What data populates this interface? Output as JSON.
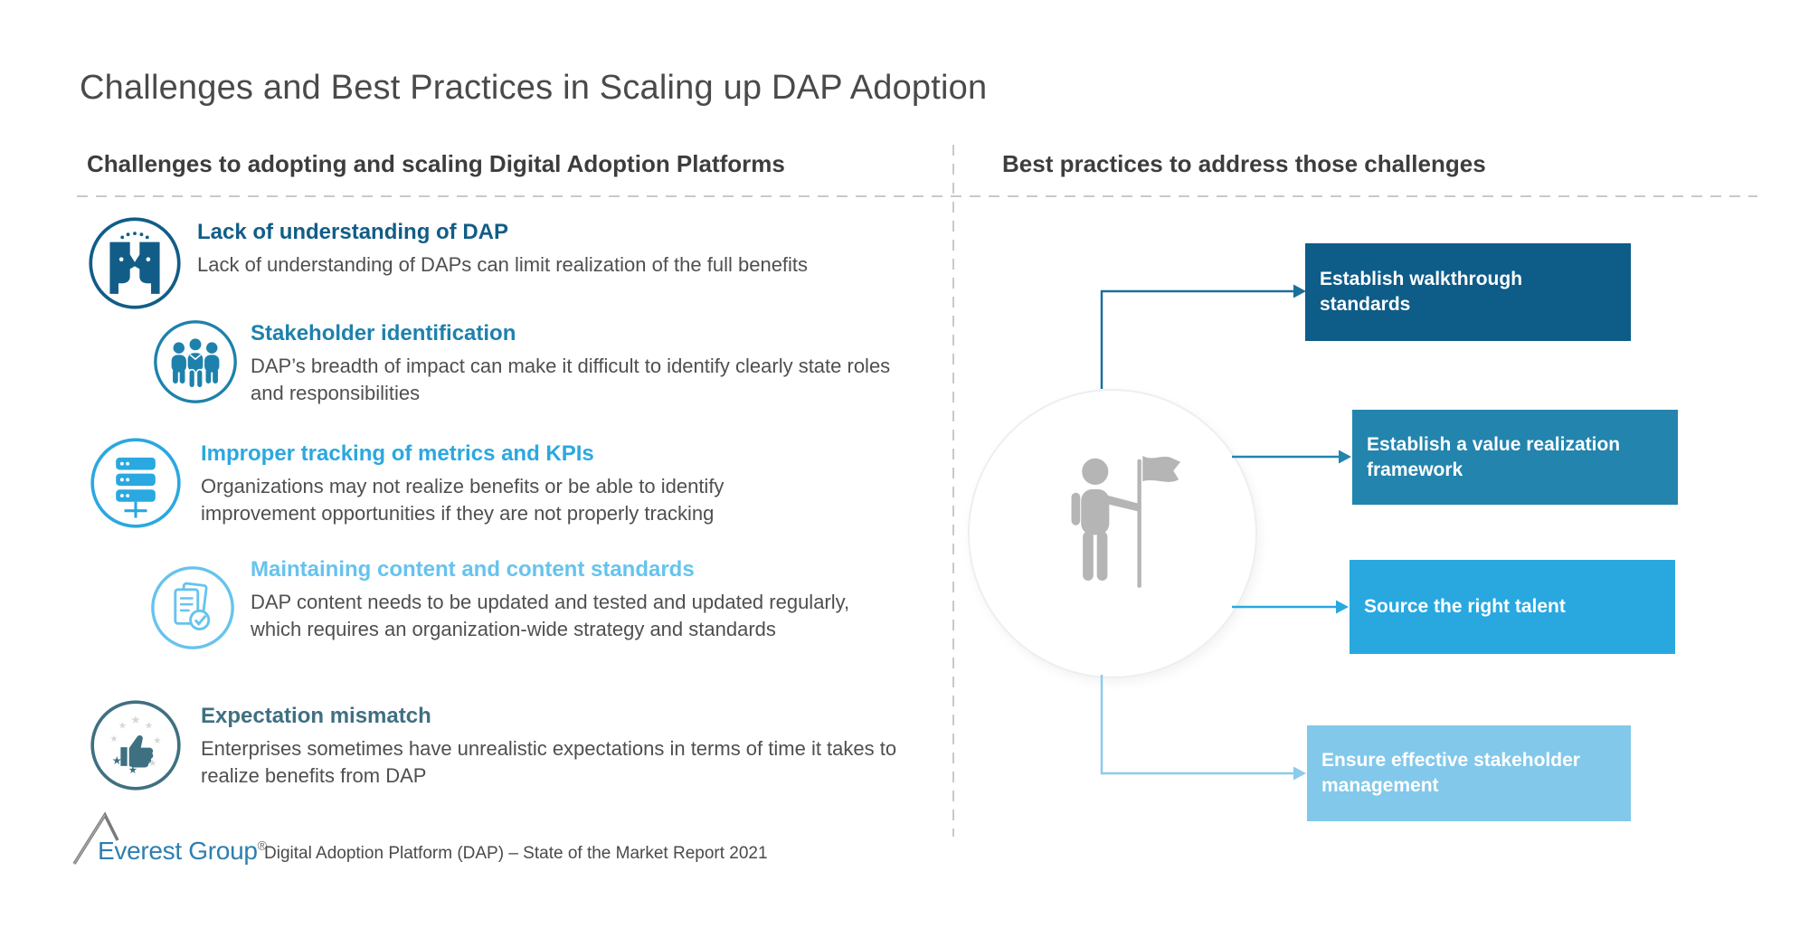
{
  "title": "Challenges and Best Practices in Scaling up DAP Adoption",
  "colors": {
    "challenge_1": "#115d87",
    "challenge_2": "#1e81ac",
    "challenge_3": "#2aa8e0",
    "challenge_4": "#66c3ee",
    "challenge_5": "#3f7082",
    "box_1": "#0e5c88",
    "box_2": "#2384ae",
    "box_3": "#29a8e0",
    "box_4": "#82c8ea",
    "body_text": "#4f4f4f",
    "figure_gray": "#b5b5b5",
    "dashed_line": "#c9c9c9"
  },
  "left": {
    "header": "Challenges to adopting and scaling Digital Adoption Platforms",
    "items": [
      {
        "icon": "conversation-heads-icon",
        "heading": "Lack of understanding of DAP",
        "body": "Lack of understanding of DAPs can limit realization of the full benefits"
      },
      {
        "icon": "stakeholder-group-icon",
        "heading": "Stakeholder identification",
        "body": "DAP’s breadth of impact can make it difficult to identify clearly state roles and responsibilities"
      },
      {
        "icon": "server-stack-icon",
        "heading": "Improper tracking of metrics and KPIs",
        "body": "Organizations may not realize benefits or be able to identify improvement opportunities if they are not properly tracking"
      },
      {
        "icon": "document-check-icon",
        "heading": "Maintaining content and content standards",
        "body": "DAP content needs to be updated and tested and updated regularly, which requires an organization-wide strategy and standards"
      },
      {
        "icon": "thumbs-up-stars-icon",
        "heading": "Expectation mismatch",
        "body": "Enterprises sometimes have unrealistic expectations in terms of time it takes to realize benefits from DAP"
      }
    ]
  },
  "right": {
    "header": "Best practices to address those challenges",
    "figure_icon": "person-with-flag-icon",
    "boxes": [
      {
        "label": "Establish walkthrough standards"
      },
      {
        "label": "Establish a value realization framework"
      },
      {
        "label": "Source the right talent"
      },
      {
        "label": "Ensure effective stakeholder management"
      }
    ]
  },
  "footer": {
    "logo_text": "Everest Group",
    "registered_mark": "®",
    "source_text": "Digital Adoption Platform (DAP) – State of the Market Report 2021"
  }
}
